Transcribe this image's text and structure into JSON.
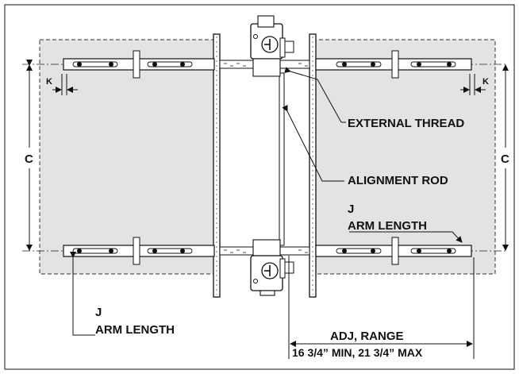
{
  "labels": {
    "external_thread": "EXTERNAL THREAD",
    "alignment_rod": "ALIGNMENT ROD",
    "j_right": "J",
    "arm_length_right": "ARM LENGTH",
    "j_left": "J",
    "arm_length_left": "ARM LENGTH",
    "adj_range": "ADJ, RANGE",
    "range_values": "16 3/4” MIN, 21 3/4” MAX",
    "c_left": "C",
    "c_right": "C",
    "k_left": "K",
    "k_right": "K"
  },
  "colors": {
    "panel_fill": "#e3e3e3",
    "line": "#111111",
    "background": "#ffffff"
  }
}
